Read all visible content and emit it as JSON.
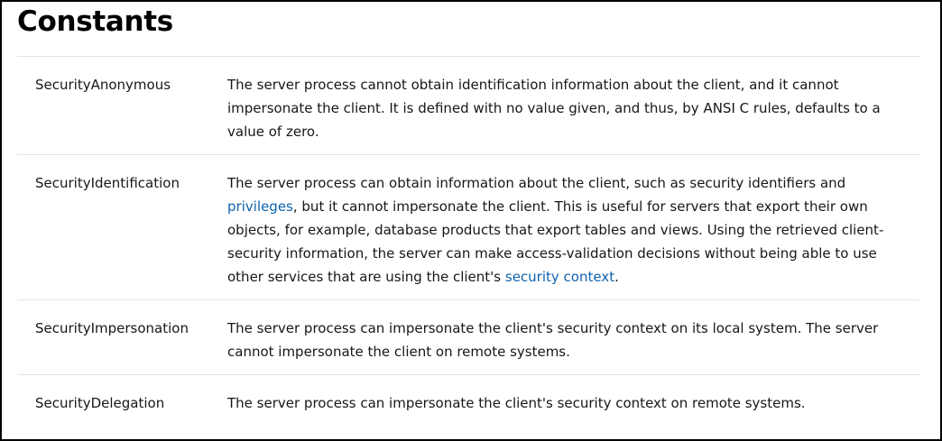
{
  "heading": "Constants",
  "rows": [
    {
      "name": "SecurityAnonymous",
      "desc": "The server process cannot obtain identification information about the client, and it cannot impersonate the client. It is defined with no value given, and thus, by ANSI C rules, defaults to a value of zero."
    },
    {
      "name": "SecurityIdentification",
      "desc_a": "The server process can obtain information about the client, such as security identifiers and ",
      "link1": "privileges",
      "desc_b": ", but it cannot impersonate the client. This is useful for servers that export their own objects, for example, database products that export tables and views. Using the retrieved client-security information, the server can make access-validation decisions without being able to use other services that are using the client's ",
      "link2": "security context",
      "desc_c": "."
    },
    {
      "name": "SecurityImpersonation",
      "desc": "The server process can impersonate the client's security context on its local system. The server cannot impersonate the client on remote systems."
    },
    {
      "name": "SecurityDelegation",
      "desc": "The server process can impersonate the client's security context on remote systems."
    }
  ]
}
